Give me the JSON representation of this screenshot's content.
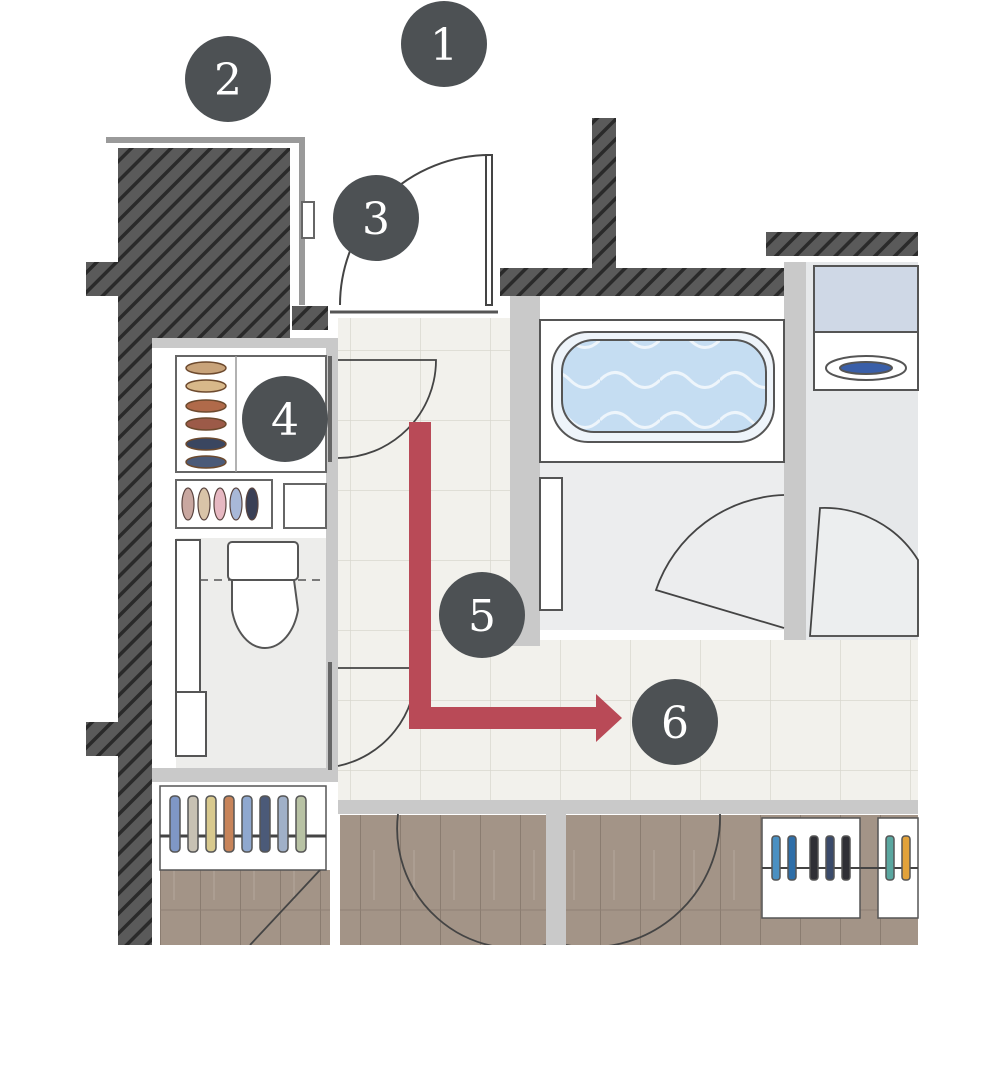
{
  "colors": {
    "marker_fill": "#4d5154",
    "marker_text": "#ffffff",
    "route_arrow": "#b94a57",
    "wall_fill": "#4a4a4a",
    "wall_line": "#9a9a9a",
    "floor_tile": "#f1f0ea",
    "floor_wood": "#a09083",
    "bathroom_floor": "#e9eaeb",
    "bathtub_water": "#bcd7f0"
  },
  "markers": [
    {
      "id": "1",
      "label": "1"
    },
    {
      "id": "2",
      "label": "2"
    },
    {
      "id": "3",
      "label": "3"
    },
    {
      "id": "4",
      "label": "4"
    },
    {
      "id": "5",
      "label": "5"
    },
    {
      "id": "6",
      "label": "6"
    }
  ],
  "icons": {
    "entrance_door": "door-swing-icon",
    "shoe_cabinet": "shoe-rack-icon",
    "toilet": "toilet-icon",
    "bathtub": "bathtub-icon",
    "washbasin": "washbasin-icon",
    "closet": "closet-icon",
    "route": "arrow-right-icon"
  }
}
